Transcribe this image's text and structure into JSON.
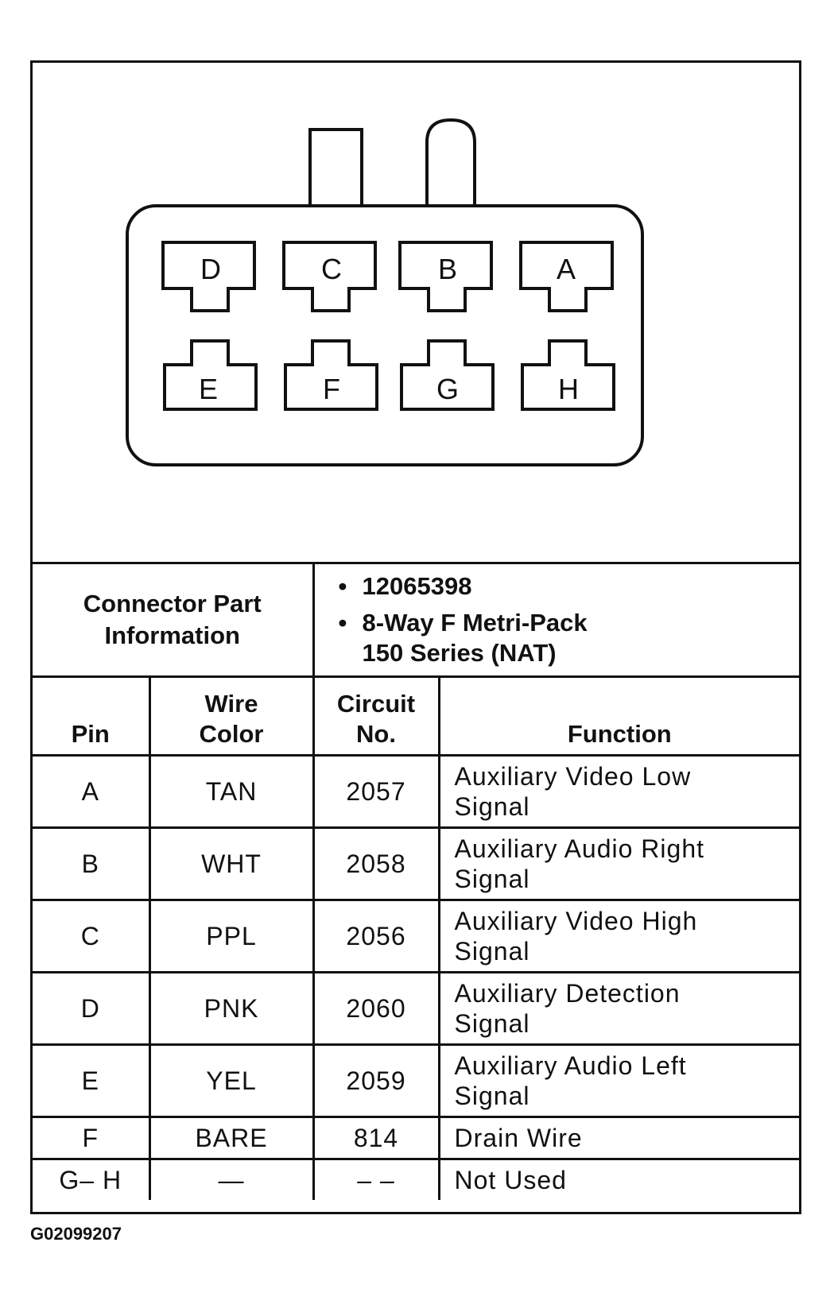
{
  "connector": {
    "pins_top": [
      "D",
      "C",
      "B",
      "A"
    ],
    "pins_bottom": [
      "E",
      "F",
      "G",
      "H"
    ]
  },
  "info": {
    "label_line1": "Connector Part",
    "label_line2": "Information",
    "part_number": "12065398",
    "description_line1": "8-Way F Metri-Pack",
    "description_line2": "150 Series (NAT)"
  },
  "headers": {
    "pin": "Pin",
    "wire_line1": "Wire",
    "wire_line2": "Color",
    "circuit_line1": "Circuit",
    "circuit_line2": "No.",
    "function": "Function"
  },
  "rows": [
    {
      "pin": "A",
      "color": "TAN",
      "circuit": "2057",
      "function_line1": "Auxiliary Video Low",
      "function_line2": "Signal"
    },
    {
      "pin": "B",
      "color": "WHT",
      "circuit": "2058",
      "function_line1": "Auxiliary Audio Right",
      "function_line2": "Signal"
    },
    {
      "pin": "C",
      "color": "PPL",
      "circuit": "2056",
      "function_line1": "Auxiliary Video High",
      "function_line2": "Signal"
    },
    {
      "pin": "D",
      "color": "PNK",
      "circuit": "2060",
      "function_line1": "Auxiliary Detection",
      "function_line2": "Signal"
    },
    {
      "pin": "E",
      "color": "YEL",
      "circuit": "2059",
      "function_line1": "Auxiliary Audio Left",
      "function_line2": "Signal"
    },
    {
      "pin": "F",
      "color": "BARE",
      "circuit": "814",
      "function_line1": "Drain Wire",
      "function_line2": ""
    },
    {
      "pin": "G– H",
      "color": "—",
      "circuit": "– –",
      "function_line1": "Not Used",
      "function_line2": ""
    }
  ],
  "figure_id": "G02099207"
}
